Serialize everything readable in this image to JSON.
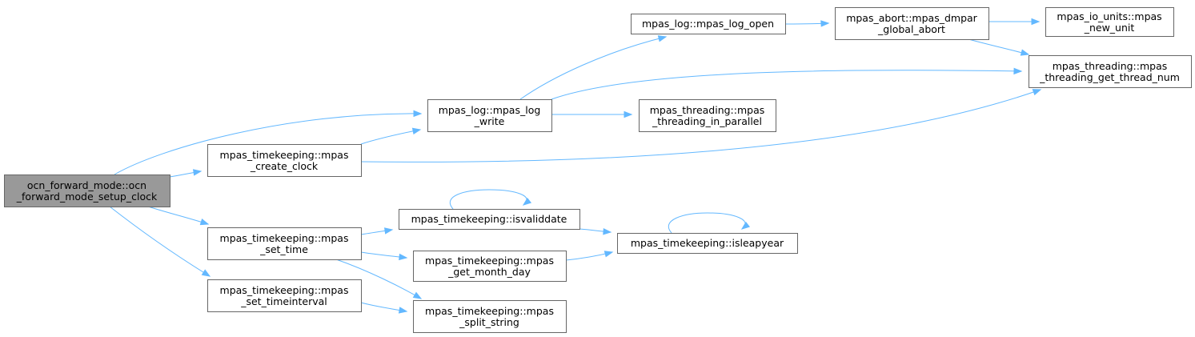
{
  "colors": {
    "edge": "#63b8ff",
    "root_fill": "#999999",
    "node_fill": "#ffffff",
    "node_border": "#666666"
  },
  "nodes": [
    {
      "id": "root",
      "line1": "ocn_forward_mode::ocn",
      "line2": "_forward_mode_setup_clock"
    },
    {
      "id": "create_clock",
      "line1": "mpas_timekeeping::mpas",
      "line2": "_create_clock"
    },
    {
      "id": "log_write",
      "line1": "mpas_log::mpas_log",
      "line2": "_write"
    },
    {
      "id": "log_open",
      "line1": "mpas_log::mpas_log_open",
      "line2": ""
    },
    {
      "id": "dmpar_abort",
      "line1": "mpas_abort::mpas_dmpar",
      "line2": "_global_abort"
    },
    {
      "id": "new_unit",
      "line1": "mpas_io_units::mpas",
      "line2": "_new_unit"
    },
    {
      "id": "thread_num",
      "line1": "mpas_threading::mpas",
      "line2": "_threading_get_thread_num"
    },
    {
      "id": "in_parallel",
      "line1": "mpas_threading::mpas",
      "line2": "_threading_in_parallel"
    },
    {
      "id": "set_time",
      "line1": "mpas_timekeeping::mpas",
      "line2": "_set_time"
    },
    {
      "id": "isvaliddate",
      "line1": "mpas_timekeeping::isvaliddate",
      "line2": ""
    },
    {
      "id": "isleapyear",
      "line1": "mpas_timekeeping::isleapyear",
      "line2": ""
    },
    {
      "id": "month_day",
      "line1": "mpas_timekeeping::mpas",
      "line2": "_get_month_day"
    },
    {
      "id": "set_timeinterval",
      "line1": "mpas_timekeeping::mpas",
      "line2": "_set_timeinterval"
    },
    {
      "id": "split_string",
      "line1": "mpas_timekeeping::mpas",
      "line2": "_split_string"
    }
  ],
  "edges": [
    {
      "from": "root",
      "to": "log_write"
    },
    {
      "from": "root",
      "to": "create_clock"
    },
    {
      "from": "root",
      "to": "set_time"
    },
    {
      "from": "root",
      "to": "set_timeinterval"
    },
    {
      "from": "create_clock",
      "to": "log_write"
    },
    {
      "from": "create_clock",
      "to": "thread_num"
    },
    {
      "from": "log_write",
      "to": "log_open"
    },
    {
      "from": "log_write",
      "to": "thread_num"
    },
    {
      "from": "log_write",
      "to": "in_parallel"
    },
    {
      "from": "log_open",
      "to": "dmpar_abort"
    },
    {
      "from": "dmpar_abort",
      "to": "new_unit"
    },
    {
      "from": "dmpar_abort",
      "to": "thread_num"
    },
    {
      "from": "set_time",
      "to": "isvaliddate"
    },
    {
      "from": "set_time",
      "to": "month_day"
    },
    {
      "from": "set_time",
      "to": "split_string"
    },
    {
      "from": "isvaliddate",
      "to": "isvaliddate"
    },
    {
      "from": "isvaliddate",
      "to": "isleapyear"
    },
    {
      "from": "isleapyear",
      "to": "isleapyear"
    },
    {
      "from": "month_day",
      "to": "isleapyear"
    },
    {
      "from": "set_timeinterval",
      "to": "split_string"
    }
  ]
}
